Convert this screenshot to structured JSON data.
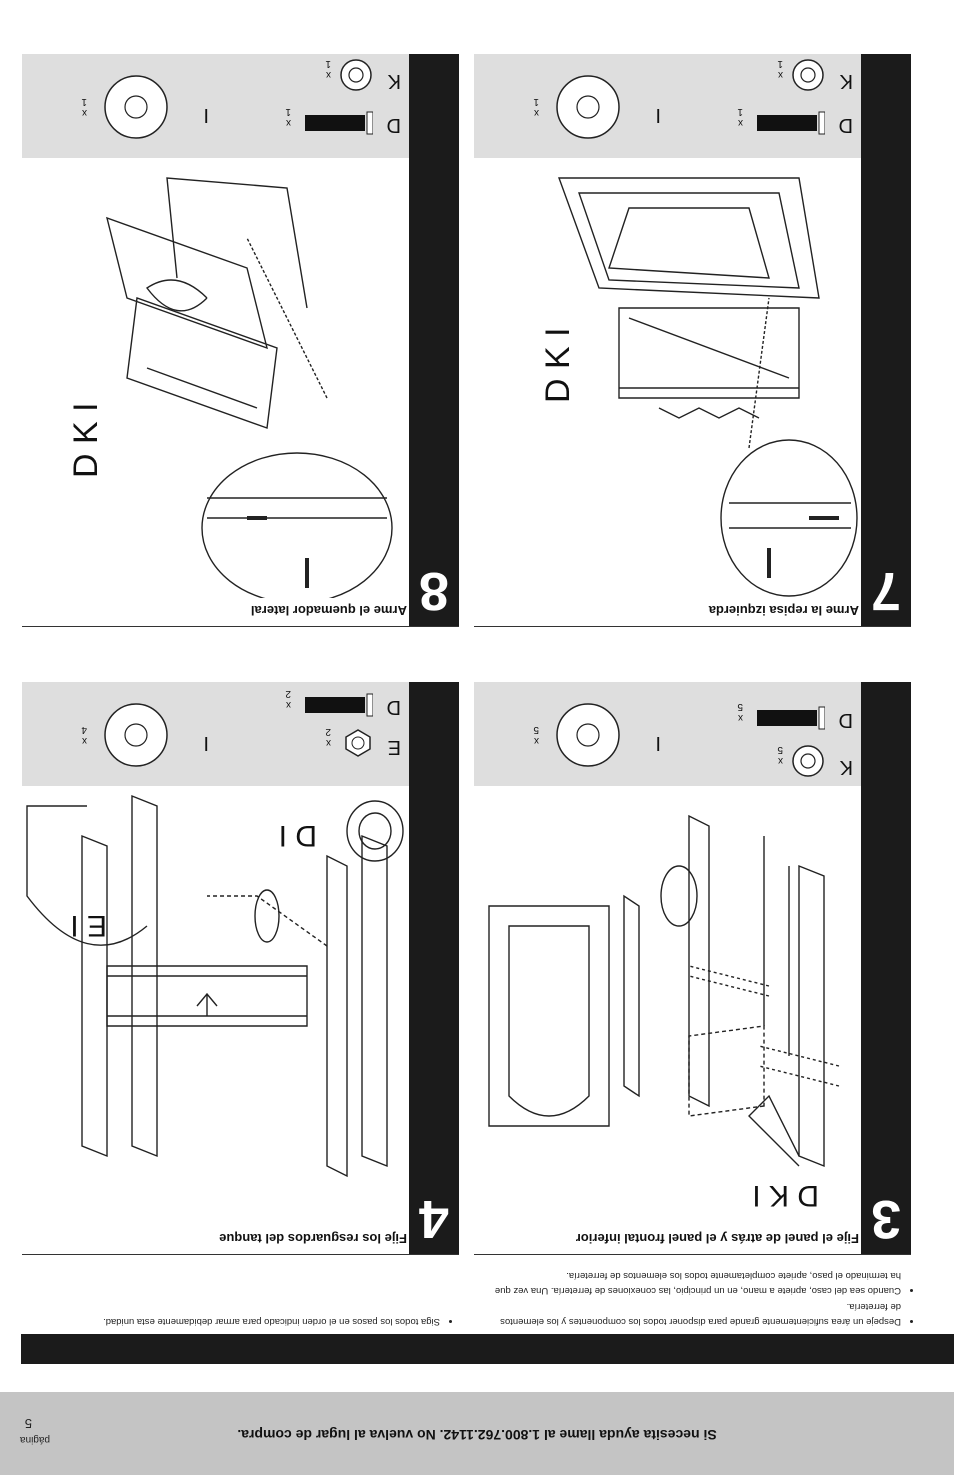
{
  "footer": {
    "help_text": "Si necesita ayuda llame al 1.800.762.1142. No vuelva al lugar de compra.",
    "page_label": "página",
    "page_number": "5"
  },
  "instructions": {
    "left": [
      "Despeje un área suficientemente grande para disponer todos los componentes y los elementos de ferretería.",
      "Cuando sea del caso, apriete a mano, en un principio, las conexiones de ferretería. Una vez que ha terminado el paso, apriete completamente todos los elementos de ferretería."
    ],
    "right": [
      "Siga todos los pasos en el orden indicado para armar debidamente esta unidad."
    ]
  },
  "steps": [
    {
      "number": "3",
      "title": "Fije el panel de atrás y el panel frontal inferior",
      "callout": "D K I",
      "hardware": [
        {
          "letter": "D",
          "qty": "x 5",
          "icon": "bolt-icon"
        },
        {
          "letter": "K",
          "qty": "x 5",
          "icon": "lock-washer-icon"
        },
        {
          "letter": "I",
          "qty": "x 5",
          "icon": "flat-washer-icon"
        }
      ]
    },
    {
      "number": "4",
      "title": "Fije los resguardos del tanque",
      "callout_a": "D I",
      "callout_b": "E I",
      "hardware": [
        {
          "letter": "D",
          "qty": "x 2",
          "icon": "bolt-icon"
        },
        {
          "letter": "E",
          "qty": "x 2",
          "icon": "hex-nut-icon"
        },
        {
          "letter": "I",
          "qty": "x 4",
          "icon": "flat-washer-icon"
        }
      ]
    },
    {
      "number": "7",
      "title": "Arme la repisa izquierda",
      "callout": "D K I",
      "hardware": [
        {
          "letter": "D",
          "qty": "x 1",
          "icon": "bolt-icon"
        },
        {
          "letter": "K",
          "qty": "x 1",
          "icon": "lock-washer-icon"
        },
        {
          "letter": "I",
          "qty": "x 1",
          "icon": "flat-washer-icon"
        }
      ]
    },
    {
      "number": "8",
      "title": "Arme el quemador lateral",
      "callout": "D K I",
      "hardware": [
        {
          "letter": "D",
          "qty": "x 1",
          "icon": "bolt-icon"
        },
        {
          "letter": "K",
          "qty": "x 1",
          "icon": "lock-washer-icon"
        },
        {
          "letter": "I",
          "qty": "x 1",
          "icon": "flat-washer-icon"
        }
      ]
    }
  ]
}
